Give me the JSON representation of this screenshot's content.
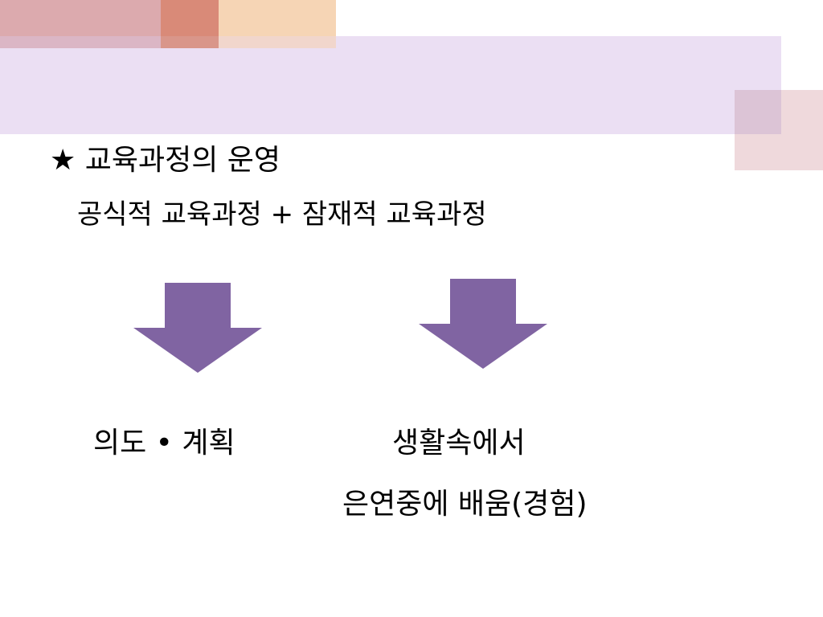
{
  "slide": {
    "heading": "★ 교육과정의 운영",
    "subheading": "공식적 교육과정 + 잠재적 교육과정",
    "left_label": "의도 • 계획",
    "right_label_line1": "생활속에서",
    "right_label_line2": "은연중에 배움(경험)"
  },
  "colors": {
    "arrow": "#8064a2",
    "band": "#ebdff3",
    "rose": "#dcaaae",
    "coral": "#d98a78",
    "peach": "#f6d5b5"
  },
  "icons": {
    "left_arrow": "down-arrow-icon",
    "right_arrow": "down-arrow-icon"
  }
}
